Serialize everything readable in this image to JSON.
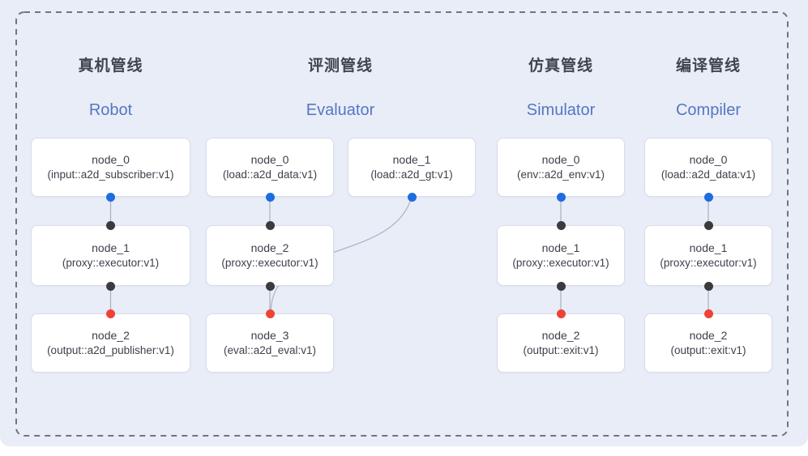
{
  "pipelines": [
    {
      "title_zh": "真机管线",
      "title_en": "Robot",
      "nodes": [
        {
          "name": "node_0",
          "type": "(input::a2d_subscriber:v1)"
        },
        {
          "name": "node_1",
          "type": "(proxy::executor:v1)"
        },
        {
          "name": "node_2",
          "type": "(output::a2d_publisher:v1)"
        }
      ]
    },
    {
      "title_zh": "评测管线",
      "title_en": "Evaluator",
      "nodes": [
        {
          "name": "node_0",
          "type": "(load::a2d_data:v1)"
        },
        {
          "name": "node_1",
          "type": "(load::a2d_gt:v1)"
        },
        {
          "name": "node_2",
          "type": "(proxy::executor:v1)"
        },
        {
          "name": "node_3",
          "type": "(eval::a2d_eval:v1)"
        }
      ]
    },
    {
      "title_zh": "仿真管线",
      "title_en": "Simulator",
      "nodes": [
        {
          "name": "node_0",
          "type": "(env::a2d_env:v1)"
        },
        {
          "name": "node_1",
          "type": "(proxy::executor:v1)"
        },
        {
          "name": "node_2",
          "type": "(output::exit:v1)"
        }
      ]
    },
    {
      "title_zh": "编译管线",
      "title_en": "Compiler",
      "nodes": [
        {
          "name": "node_0",
          "type": "(load::a2d_data:v1)"
        },
        {
          "name": "node_1",
          "type": "(proxy::executor:v1)"
        },
        {
          "name": "node_2",
          "type": "(output::exit:v1)"
        }
      ]
    }
  ],
  "colors": {
    "panel_background": "#e8edf8",
    "dashed_border": "#70757e",
    "edge_line": "#a9b0c0",
    "input_port_blue": "#1d6ce0",
    "mid_port_black": "#3b3b3b",
    "output_port_red": "#ee4437",
    "title_zh_color": "#40444e",
    "title_en_color": "#5577c2",
    "node_border": "#d9dde8",
    "node_background": "#ffffff"
  }
}
